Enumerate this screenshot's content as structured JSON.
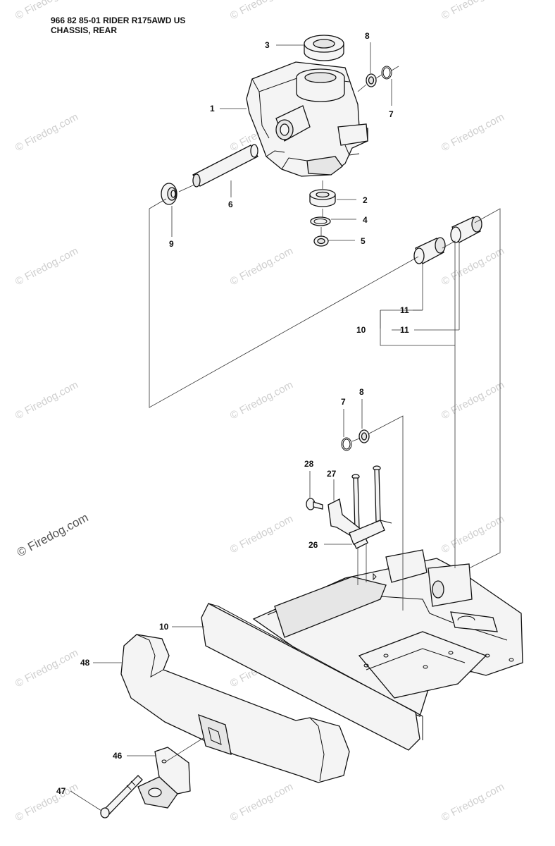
{
  "header": {
    "line1": "966 82 85-01 RIDER R175AWD US",
    "line2": "CHASSIS, REAR"
  },
  "watermark": {
    "text": "© Firedog.com"
  },
  "callouts": {
    "c1": "1",
    "c2": "2",
    "c3": "3",
    "c4": "4",
    "c5": "5",
    "c6": "6",
    "c7a": "7",
    "c7b": "7",
    "c8a": "8",
    "c8b": "8",
    "c9": "9",
    "c10a": "10",
    "c10b": "10",
    "c11a": "11",
    "c11b": "11",
    "c26": "26",
    "c27": "27",
    "c28": "28",
    "c46": "46",
    "c47": "47",
    "c48": "48"
  }
}
